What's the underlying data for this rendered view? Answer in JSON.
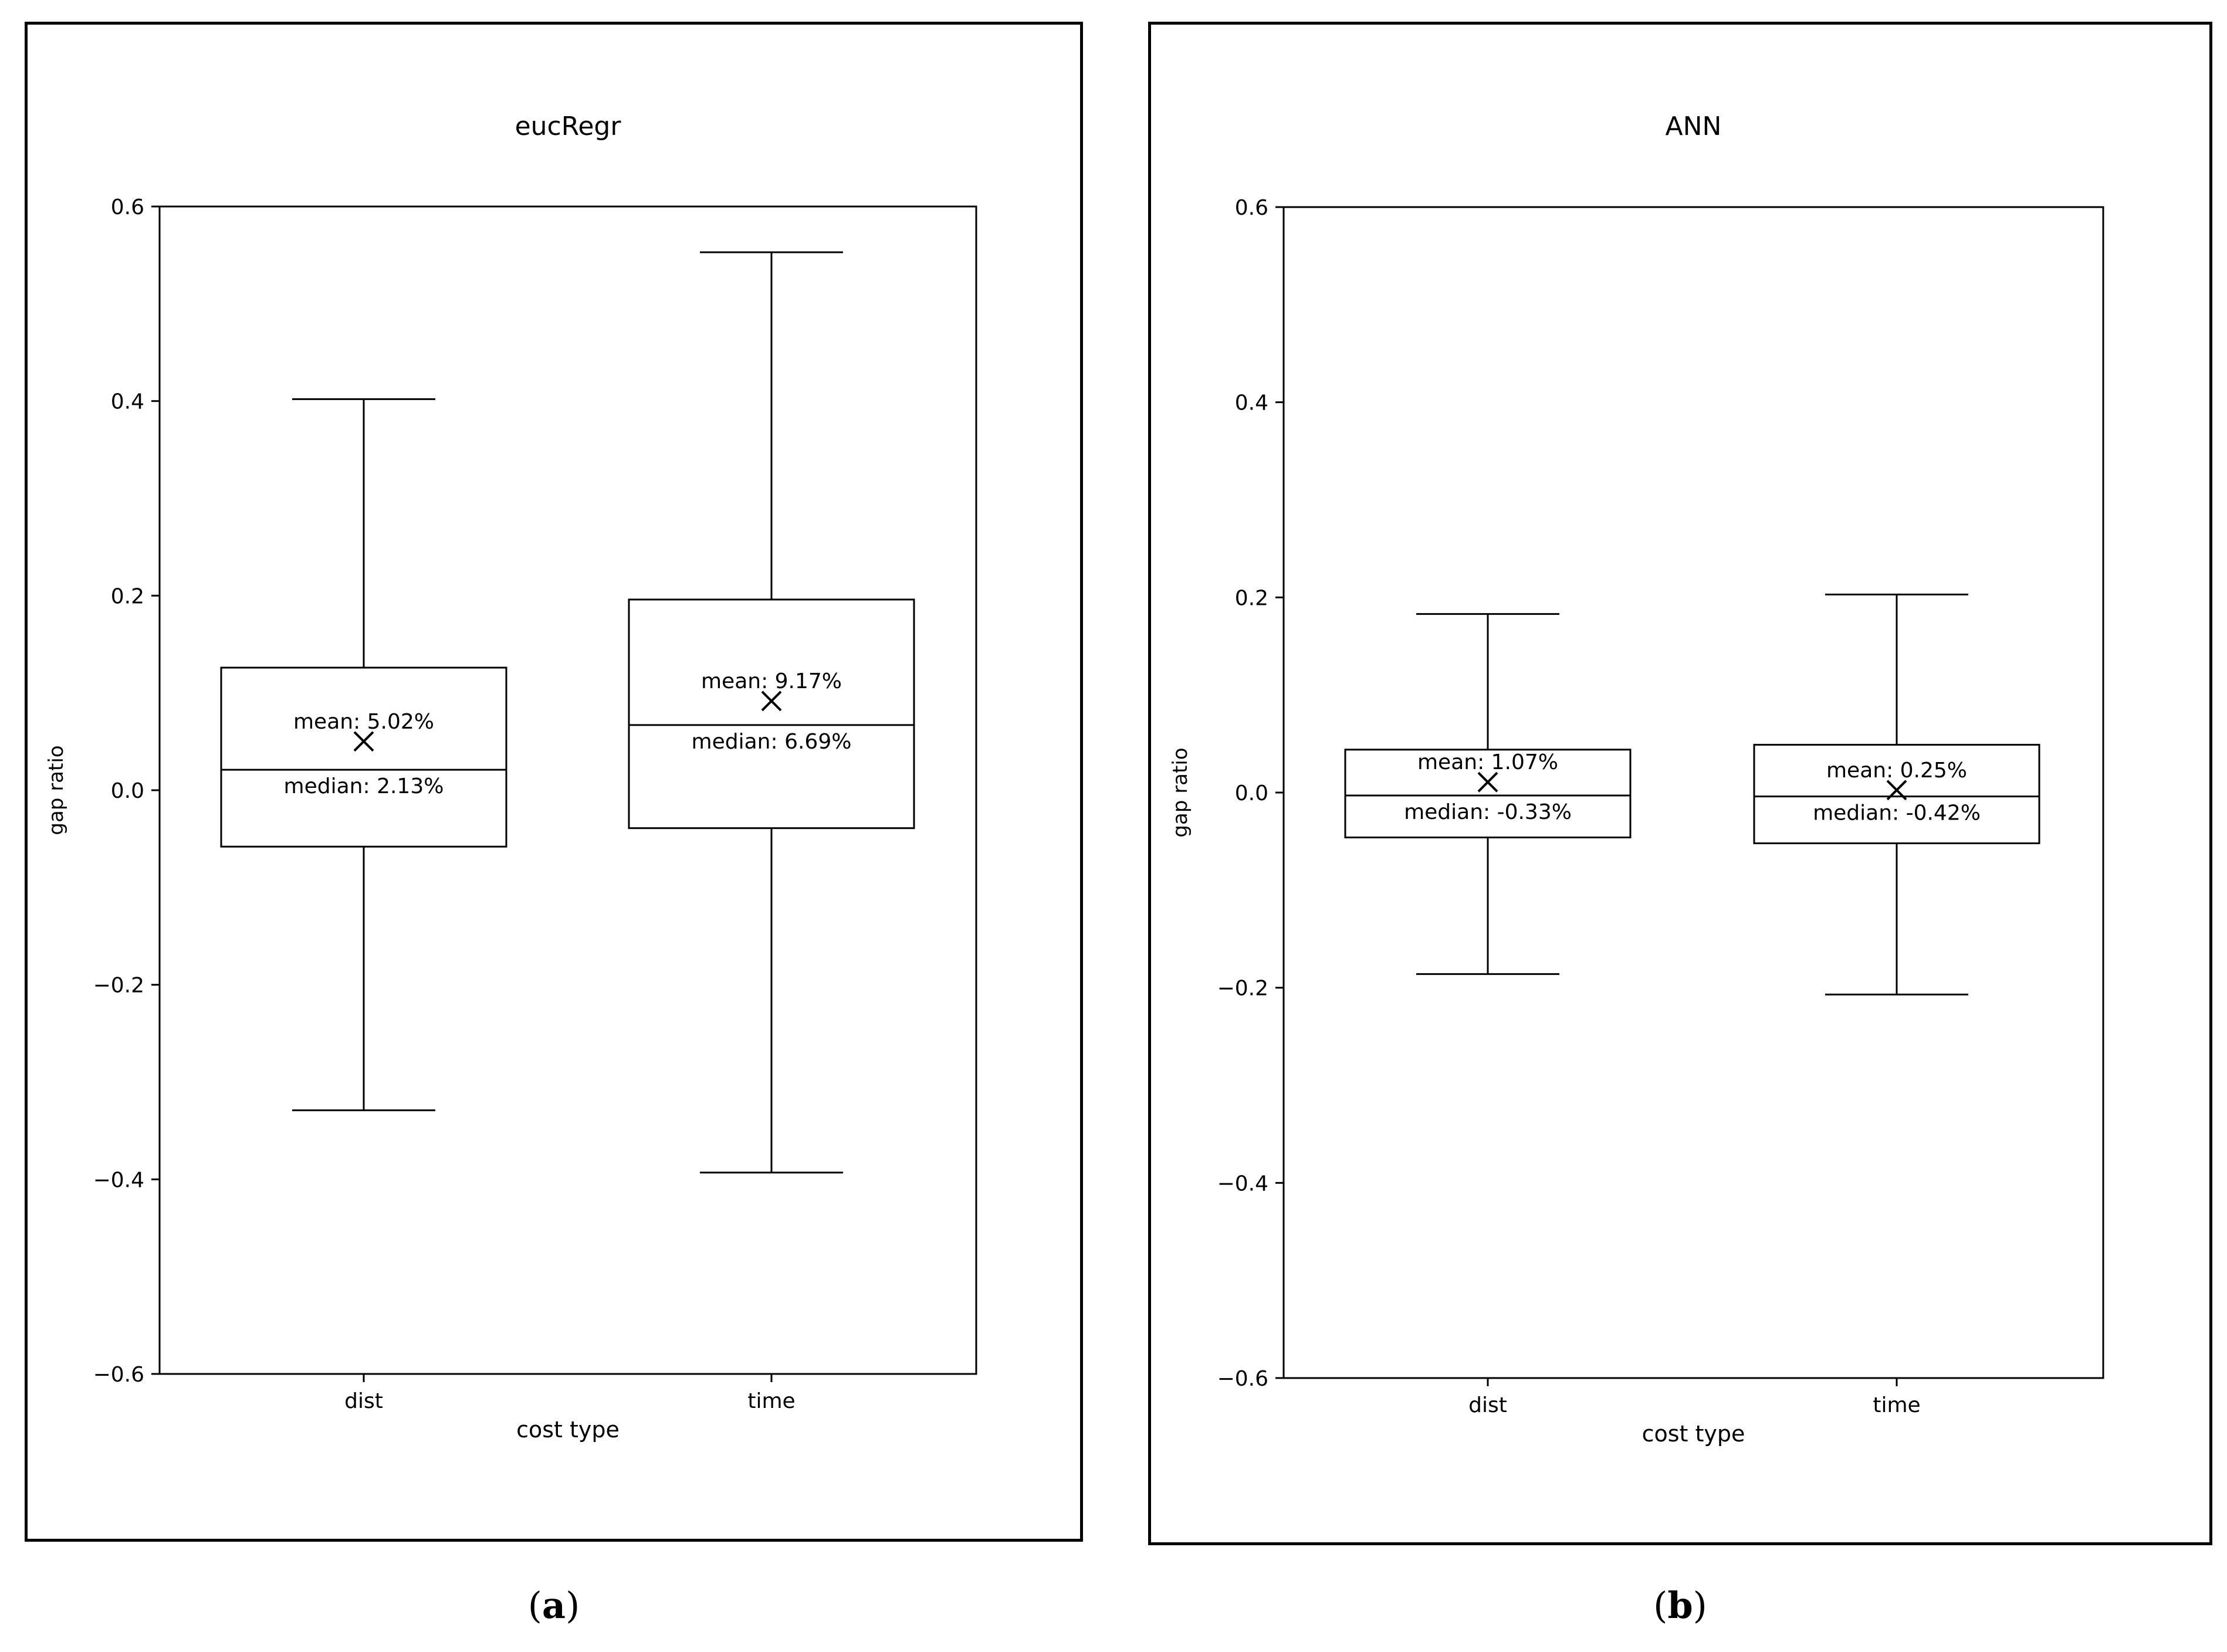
{
  "colors": {
    "stroke": "#000000",
    "background": "#ffffff"
  },
  "panels": [
    {
      "letter": "a",
      "chart_data": {
        "type": "box",
        "title": "eucRegr",
        "xlabel": "cost type",
        "ylabel": "gap ratio",
        "ylim": [
          -0.6,
          0.6
        ],
        "yticks": [
          -0.6,
          -0.4,
          -0.2,
          0.0,
          0.2,
          0.4,
          0.6
        ],
        "ytick_labels": [
          "−0.6",
          "−0.4",
          "−0.2",
          "0.0",
          "0.2",
          "0.4",
          "0.6"
        ],
        "categories": [
          "dist",
          "time"
        ],
        "boxes": [
          {
            "category": "dist",
            "whisker_low": -0.329,
            "q1": -0.058,
            "median": 0.021,
            "q3": 0.126,
            "whisker_high": 0.402,
            "mean": 0.0502,
            "mean_label": "mean: 5.02%",
            "median_label": "median: 2.13%"
          },
          {
            "category": "time",
            "whisker_low": -0.393,
            "q1": -0.039,
            "median": 0.067,
            "q3": 0.196,
            "whisker_high": 0.553,
            "mean": 0.0917,
            "mean_label": "mean: 9.17%",
            "median_label": "median: 6.69%"
          }
        ],
        "grid": false,
        "legend": "none"
      }
    },
    {
      "letter": "b",
      "chart_data": {
        "type": "box",
        "title": "ANN",
        "xlabel": "cost type",
        "ylabel": "gap ratio",
        "ylim": [
          -0.6,
          0.6
        ],
        "yticks": [
          -0.6,
          -0.4,
          -0.2,
          0.0,
          0.2,
          0.4,
          0.6
        ],
        "ytick_labels": [
          "−0.6",
          "−0.4",
          "−0.2",
          "0.0",
          "0.2",
          "0.4",
          "0.6"
        ],
        "categories": [
          "dist",
          "time"
        ],
        "boxes": [
          {
            "category": "dist",
            "whisker_low": -0.186,
            "q1": -0.046,
            "median": -0.003,
            "q3": 0.044,
            "whisker_high": 0.183,
            "mean": 0.0107,
            "mean_label": "mean: 1.07%",
            "median_label": "median: -0.33%"
          },
          {
            "category": "time",
            "whisker_low": -0.207,
            "q1": -0.052,
            "median": -0.004,
            "q3": 0.049,
            "whisker_high": 0.203,
            "mean": 0.0025,
            "mean_label": "mean: 0.25%",
            "median_label": "median: -0.42%"
          }
        ],
        "grid": false,
        "legend": "none"
      }
    }
  ]
}
